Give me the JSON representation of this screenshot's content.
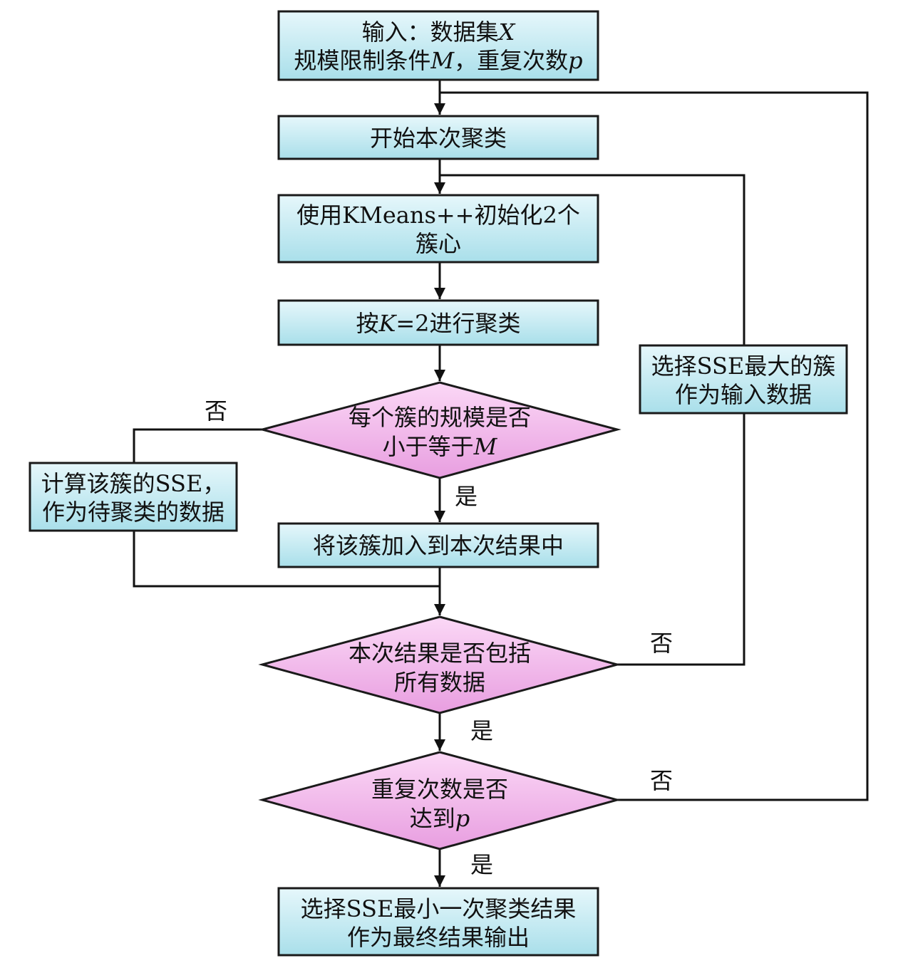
{
  "colors": {
    "process_fill_top": "#e6f7fb",
    "process_fill_bottom": "#a9dfea",
    "process_stroke": "#1a1a1a",
    "decision_fill_top": "#fbd8f6",
    "decision_fill_bottom": "#e89ee0",
    "decision_stroke": "#1a1a1a",
    "line": "#111111"
  },
  "nodes": {
    "input": {
      "line1": "输入：数据集",
      "line1_var": "X",
      "line2": "规模限制条件",
      "line2_var1": "M",
      "line2_mid": "，重复次数",
      "line2_var2": "p"
    },
    "start": {
      "text": "开始本次聚类"
    },
    "init": {
      "line1": "使用KMeans++初始化2个",
      "line2": "簇心"
    },
    "cluster": {
      "pre": "按",
      "var": "K",
      "post": "=2进行聚类"
    },
    "size_check": {
      "line1": "每个簇的规模是否",
      "line2": "小于等于",
      "line2_var": "M"
    },
    "compute_sse": {
      "line1": "计算该簇的SSE，",
      "line2": "作为待聚类的数据"
    },
    "add_result": {
      "text": "将该簇加入到本次结果中"
    },
    "all_check": {
      "line1": "本次结果是否包括",
      "line2": "所有数据"
    },
    "select_max": {
      "line1": "选择SSE最大的簇",
      "line2": "作为输入数据"
    },
    "repeat_check": {
      "line1": "重复次数是否",
      "line2": "达到",
      "line2_var": "p"
    },
    "output": {
      "line1": "选择SSE最小一次聚类结果",
      "line2": "作为最终结果输出"
    }
  },
  "edge_labels": {
    "size_no": "否",
    "size_yes": "是",
    "all_no": "否",
    "all_yes": "是",
    "repeat_no": "否",
    "repeat_yes": "是"
  }
}
